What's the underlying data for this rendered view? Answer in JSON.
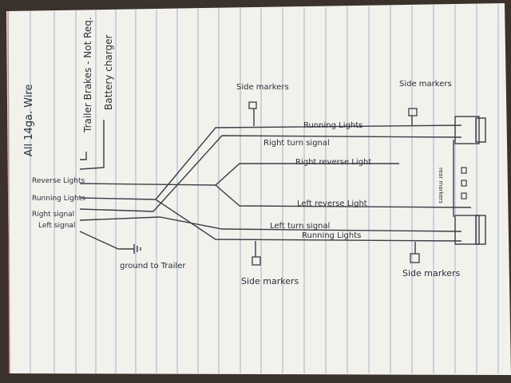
{
  "wire_note": "All 14ga. Wire",
  "top_labels": {
    "trailer_brakes": "Trailer Brakes - Not Req.",
    "battery_charger": "Battery charger"
  },
  "left_labels": {
    "reverse_lights": "Reverse Lights",
    "running_lights": "Running Lights",
    "right_signal": "Right signal",
    "left_signal": "Left signal"
  },
  "ground_label": "ground to Trailer",
  "wire_labels": {
    "running_lights_top": "Running Lights",
    "right_turn_signal": "Right turn signal",
    "right_reverse_light": "Right reverse Light",
    "left_reverse_light": "Left reverse Light",
    "left_turn_signal": "Left turn signal",
    "running_lights_bottom": "Running Lights"
  },
  "side_markers": {
    "top_left": "Side markers",
    "top_right": "Side markers",
    "bottom_left": "Side markers",
    "bottom_right": "Side markers"
  },
  "rear_markers": "rear markers",
  "colors": {
    "paper": "#f2f1ec",
    "rule_lines": "#9fb3cf",
    "margin_line": "#c9878f",
    "ink": "#2b2f38",
    "table": "#3a322b"
  }
}
